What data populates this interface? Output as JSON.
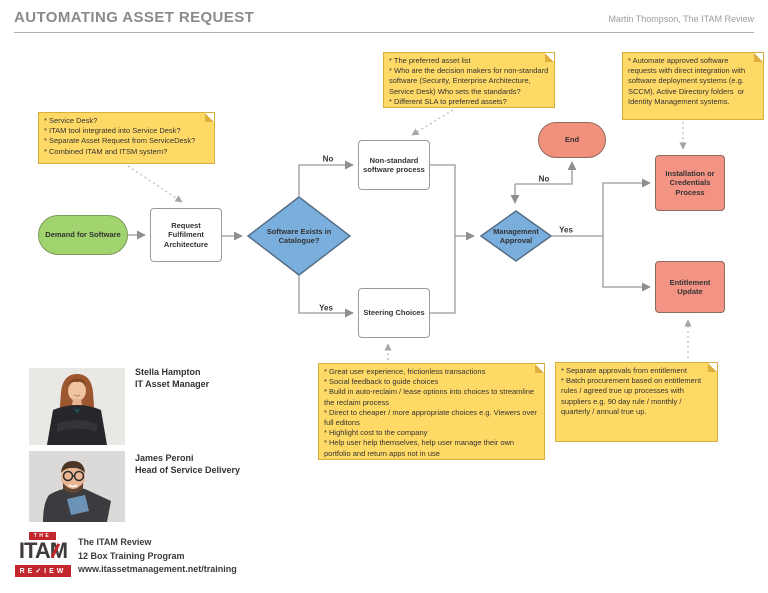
{
  "header": {
    "title": "AUTOMATING ASSET REQUEST",
    "byline": "Martin Thompson, The ITAM Review"
  },
  "notes": {
    "service_desk": "* Service Desk?\n* ITAM tool integrated into Service Desk?\n* Separate Asset Request from ServiceDesk?\n* Combined ITAM and ITSM system?",
    "preferred_assets": "* The preferred asset list\n* Who are the decision makers for non-standard software (Security, Enterprise Architecture, Service Desk) Who sets the standards?\n* Different SLA to preferred assets?",
    "automation": "* Automate approved software requests with direct integration with software deployment systems (e.g. SCCM), Active Directory folders  or Identity Management systems.",
    "steering": "* Great user experience, frictionless transactions\n* Social feedback to guide choices\n* Build in auto-reclaim / lease options into choices to streamline the reclaim process\n* Direct to cheaper / more appropriate choices e.g. Viewers over full editons\n* Highlight cost to the company\n* Help user help themselves, help user manage their own portfolio and return apps not in use",
    "entitlement": "* Separate approvals from entitlement\n* Batch procurement based on entitlement rules / agreed true up processes with suppliers e.g. 90 day rule / monthly / quarterly / annual true up."
  },
  "flow": {
    "nodes": {
      "demand": "Demand for Software",
      "request_arch": "Request Fulfilment Architecture",
      "catalogue_q": "Software Exists in Catalogue?",
      "non_standard": "Non-standard software process",
      "steering": "Steering Choices",
      "approval": "Management Approval",
      "end": "End",
      "install": "Installation or Credentials Process",
      "entitle": "Entitlement Update"
    },
    "labels": {
      "no_catalogue": "No",
      "yes_catalogue": "Yes",
      "no_approval": "No",
      "yes_approval": "Yes"
    }
  },
  "people": [
    {
      "name": "Stella Hampton",
      "role": "IT Asset Manager"
    },
    {
      "name": "James Peroni",
      "role": "Head of Service Delivery"
    }
  ],
  "footer": {
    "logo": {
      "the": "THE",
      "itam": "ITAM",
      "review": "RE✓IEW"
    },
    "org": "The ITAM Review",
    "program": "12 Box Training Program",
    "url": "www.itassetmanagement.net/training"
  },
  "colors": {
    "note_yellow": "#FFD966",
    "start_green": "#A1D36E",
    "decision_blue": "#79AEDD",
    "end_red": "#F2907E",
    "logo_red": "#C1272D",
    "connector_gray": "#999999"
  }
}
